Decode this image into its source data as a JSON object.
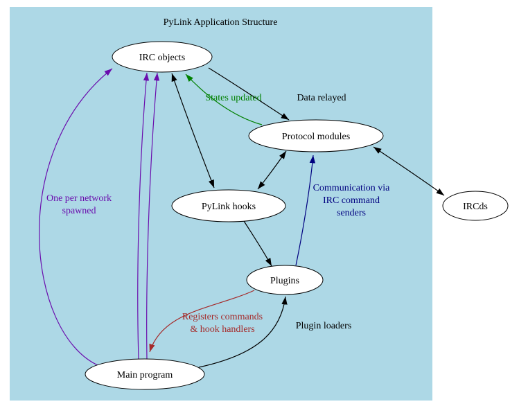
{
  "diagram": {
    "title": "PyLink Application Structure",
    "background_color": "#add8e6",
    "colors": {
      "node_fill": "#ffffff",
      "node_border": "#000000",
      "edge_black": "#000000",
      "edge_green": "#008000",
      "edge_navy": "#000080",
      "edge_purple": "#6a0dad",
      "edge_brown": "#a52a2a"
    },
    "nodes": {
      "irc_objects": {
        "label": "IRC objects"
      },
      "protocol_modules": {
        "label": "Protocol modules"
      },
      "pylink_hooks": {
        "label": "PyLink hooks"
      },
      "plugins": {
        "label": "Plugins"
      },
      "main_program": {
        "label": "Main program"
      },
      "ircds": {
        "label": "IRCds"
      }
    },
    "edges": {
      "data_relayed": {
        "from": "IRC objects",
        "to": "Protocol modules",
        "label": "Data relayed"
      },
      "states_updated": {
        "from": "Protocol modules",
        "to": "IRC objects",
        "label": "States updated"
      },
      "irc_objects_hooks": {
        "from": "IRC objects",
        "to": "PyLink hooks",
        "bidirectional": true
      },
      "protocol_hooks": {
        "from": "Protocol modules",
        "to": "PyLink hooks",
        "bidirectional": true
      },
      "hooks_plugins": {
        "from": "PyLink hooks",
        "to": "Plugins"
      },
      "communication": {
        "from": "Plugins",
        "to": "Protocol modules",
        "label_lines": [
          "Communication via",
          "IRC command",
          "senders"
        ]
      },
      "one_per_network": {
        "from": "Main program",
        "to": "IRC objects",
        "label_lines": [
          "One per network",
          "spawned"
        ]
      },
      "registers_commands": {
        "from": "Plugins",
        "to": "Main program",
        "label_lines": [
          "Registers commands",
          "& hook handlers"
        ]
      },
      "plugin_loaders": {
        "from": "Main program",
        "to": "Plugins",
        "label": "Plugin loaders"
      },
      "protocol_ircds": {
        "from": "Protocol modules",
        "to": "IRCds",
        "bidirectional": true
      }
    }
  }
}
